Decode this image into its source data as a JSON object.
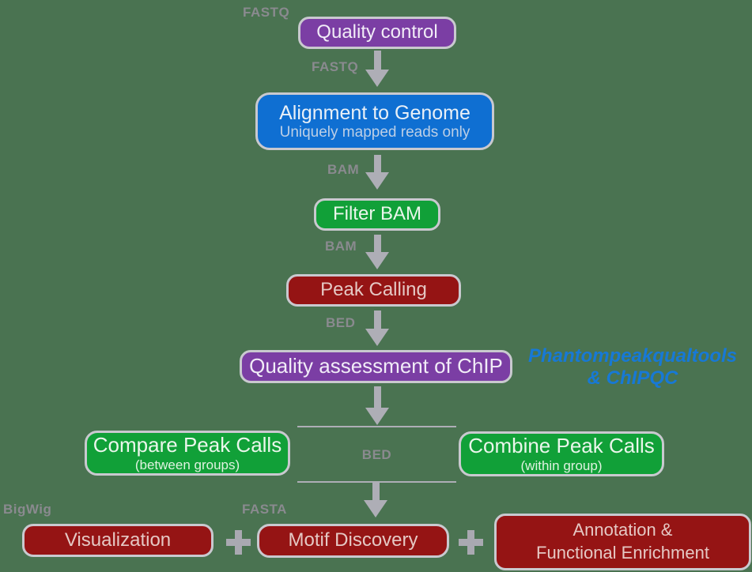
{
  "colors": {
    "background": "#4A7351",
    "node_purple": "#7B3EA4",
    "node_blue": "#0F6FD2",
    "node_green": "#11A038",
    "node_dark_red": "#951414",
    "file_label_gray": "#8A8A8F",
    "arrow_gray": "#AEAEB6",
    "box_border_gray": "#C9C9CF",
    "tools_note_blue": "#1779D6"
  },
  "nodes": {
    "quality_control": {
      "label": "Quality control"
    },
    "alignment": {
      "label": "Alignment to Genome",
      "sublabel": "Uniquely mapped reads only"
    },
    "filter_bam": {
      "label": "Filter BAM"
    },
    "peak_calling": {
      "label": "Peak Calling"
    },
    "quality_assessment": {
      "label": "Quality assessment of ChIP"
    },
    "compare_peak_calls": {
      "label": "Compare Peak Calls",
      "sublabel": "(between groups)"
    },
    "combine_peak_calls": {
      "label": "Combine Peak Calls",
      "sublabel": "(within group)"
    },
    "visualization": {
      "label": "Visualization"
    },
    "motif_discovery": {
      "label": "Motif Discovery"
    },
    "annotation_enrichment": {
      "line1": "Annotation &",
      "line2": "Functional Enrichment"
    }
  },
  "file_labels": {
    "fastq_input": "FASTQ",
    "fastq_to_alignment": "FASTQ",
    "bam_to_filter": "BAM",
    "bam_to_peaks": "BAM",
    "bed_to_qa": "BED",
    "bed_split": "BED",
    "bigwig": "BigWig",
    "fasta": "FASTA"
  },
  "side_note": {
    "line1": "Phantompeakqualtools",
    "line2": "& ChIPQC"
  }
}
